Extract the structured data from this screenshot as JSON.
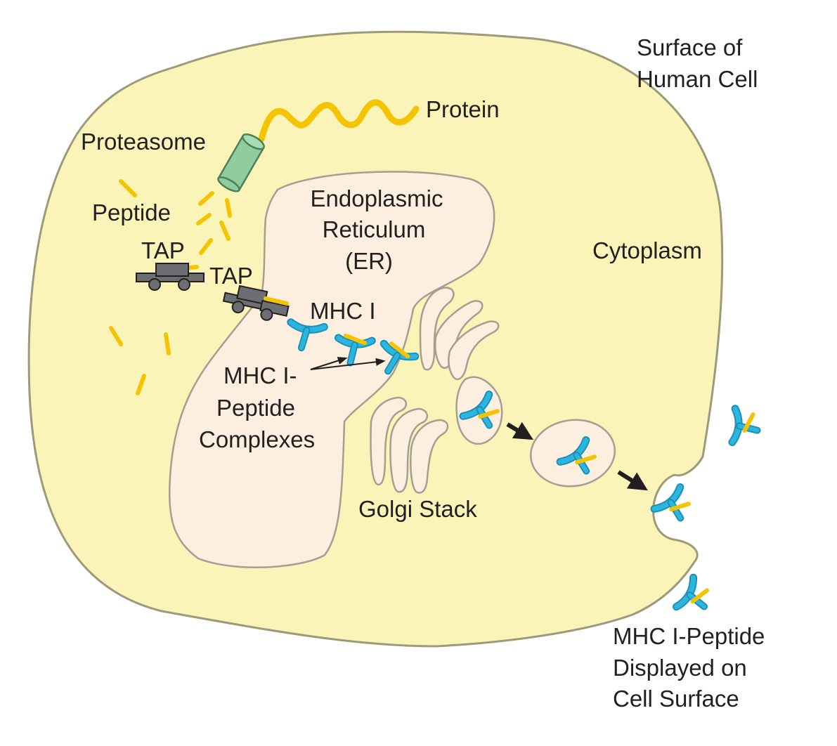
{
  "labels": {
    "surface_line1": "Surface of",
    "surface_line2": "Human Cell",
    "protein": "Protein",
    "proteasome": "Proteasome",
    "peptide": "Peptide",
    "tap_1": "TAP",
    "tap_2": "TAP",
    "er_line1": "Endoplasmic",
    "er_line2": "Reticulum",
    "er_line3": "(ER)",
    "cytoplasm": "Cytoplasm",
    "mhc_i": "MHC I",
    "complex_line1": "MHC I-",
    "complex_line2": "Peptide",
    "complex_line3": "Complexes",
    "golgi": "Golgi Stack",
    "displayed_line1": "MHC I-Peptide",
    "displayed_line2": "Displayed on",
    "displayed_line3": "Cell Surface"
  },
  "colors": {
    "cytoplasm_fill": "#fbf4b8",
    "membrane_stroke": "#9d9a7c",
    "organelle_fill": "#fcefdf",
    "organelle_stroke": "#a49f92",
    "peptide": "#f5c400",
    "mhc": "#2bb6e0",
    "proteasome": "#8fcd9f",
    "tap": "#6d6e71"
  },
  "icons": {
    "proteasome": "proteasome-cylinder-icon",
    "tap": "tap-truck-icon",
    "mhc": "mhc-i-molecule-icon"
  }
}
